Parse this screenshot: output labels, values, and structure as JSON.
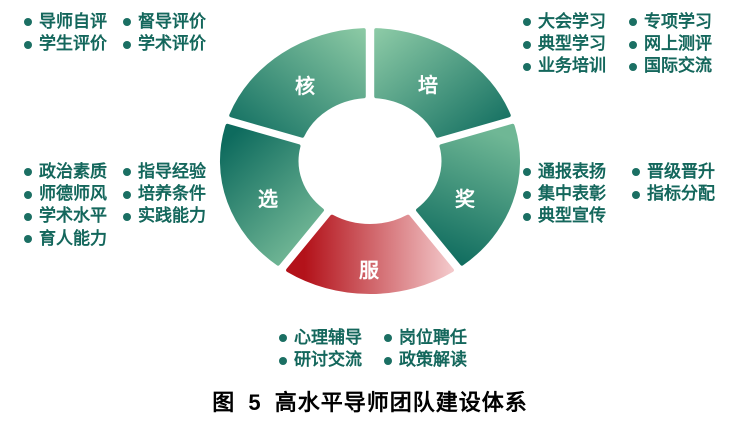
{
  "diagram": {
    "segments": [
      {
        "label": "核",
        "gradient": [
          "#0f6d60",
          "#8bc9a4"
        ],
        "items": [
          "导师自评",
          "督导评价",
          "学生评价",
          "学术评价"
        ]
      },
      {
        "label": "培",
        "gradient": [
          "#8ccaa6",
          "#0e6b5e"
        ],
        "items": [
          "大会学习",
          "专项学习",
          "典型学习",
          "网上测评",
          "业务培训",
          "国际交流"
        ]
      },
      {
        "label": "奖",
        "gradient": [
          "#6fb795",
          "#0e6b5e"
        ],
        "items": [
          "通报表扬",
          "晋级晋升",
          "集中表彰",
          "指标分配",
          "典型宣传"
        ]
      },
      {
        "label": "服",
        "gradient": [
          "#b3121a",
          "#f3c8ca"
        ],
        "items": [
          "心理辅导",
          "岗位聘任",
          "研讨交流",
          "政策解读"
        ]
      },
      {
        "label": "选",
        "gradient": [
          "#0e6b5e",
          "#7fc19d"
        ],
        "items": [
          "政治素质",
          "指导经验",
          "师德师风",
          "培养条件",
          "学术水平",
          "实践能力",
          "育人能力"
        ]
      }
    ],
    "caption": "图 5 高水平导师团队建设体系"
  },
  "colors": {
    "bullet": "#1b6f63",
    "item_text": "#14675c",
    "segment_label": "#ffffff",
    "caption": "#000000"
  }
}
